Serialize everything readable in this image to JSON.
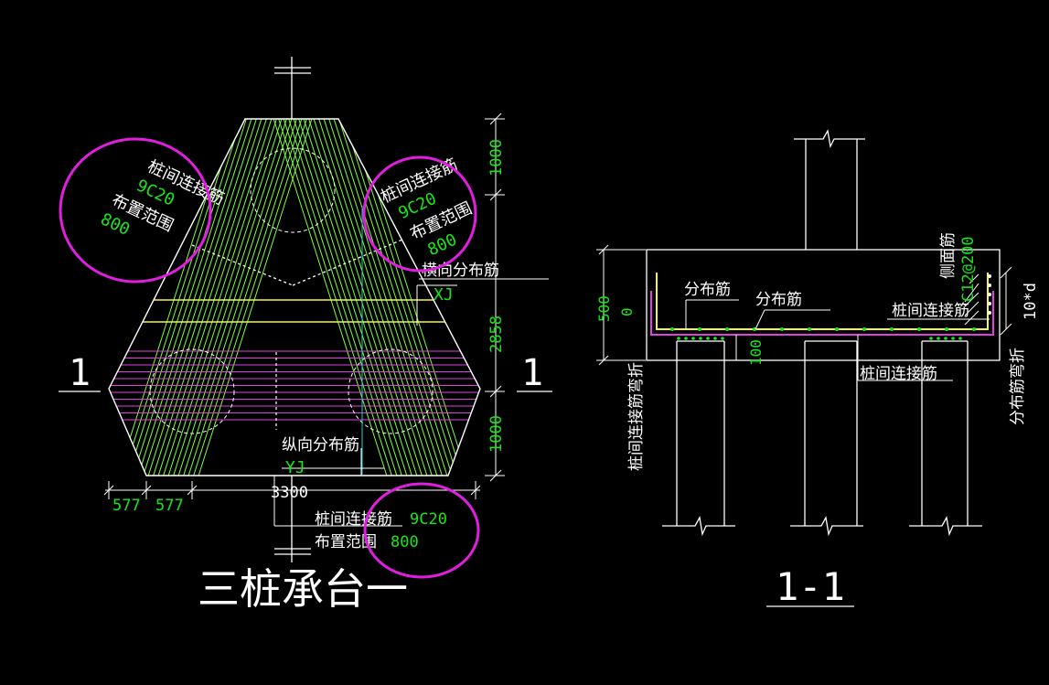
{
  "colors": {
    "background": "#000000",
    "outline": "#ffffff",
    "green_text": "#19e619",
    "rebar_green": "#7cff3a",
    "rebar_yellow": "#f5f542",
    "rebar_magenta": "#e040e0",
    "highlight_circle": "#e01ee0",
    "cyan": "#22cccc"
  },
  "plan": {
    "title": "三桩承台一",
    "section_mark_left": "1",
    "section_mark_right": "1",
    "top_left_callout": {
      "label": "桩间连接筋",
      "bars": "9C20",
      "range_label": "布置范围",
      "range_value": "800"
    },
    "top_right_callout": {
      "label": "桩间连接筋",
      "bars": "9C20",
      "range_label": "布置范围",
      "range_value": "800"
    },
    "bottom_callout": {
      "label": "桩间连接筋",
      "bars": "9C20",
      "range_label": "布置范围",
      "range_value": "800"
    },
    "transverse_label": "横向分布筋",
    "transverse_code": "XJ",
    "longitudinal_label": "纵向分布筋",
    "longitudinal_code": "YJ",
    "dim_right_top": "1000",
    "dim_right_mid": "2858",
    "dim_right_bottom": "1000",
    "dim_bottom_a": "577",
    "dim_bottom_b": "577",
    "dim_bottom_total": "3300"
  },
  "section": {
    "title": "1-1",
    "dim_height": "500",
    "dim_zero": "0",
    "dim_pile_embed": "100",
    "label_dist_1": "分布筋",
    "label_dist_2": "分布筋",
    "label_pile_link_top": "桩间连接筋",
    "label_pile_link_bottom": "桩间连接筋",
    "label_side_bar": "侧面筋",
    "label_side_spec": "C12@200",
    "label_bend_right": "分布筋弯折",
    "label_bend_right_len": "10*d",
    "label_bend_left": "桩间连接筋弯折"
  }
}
